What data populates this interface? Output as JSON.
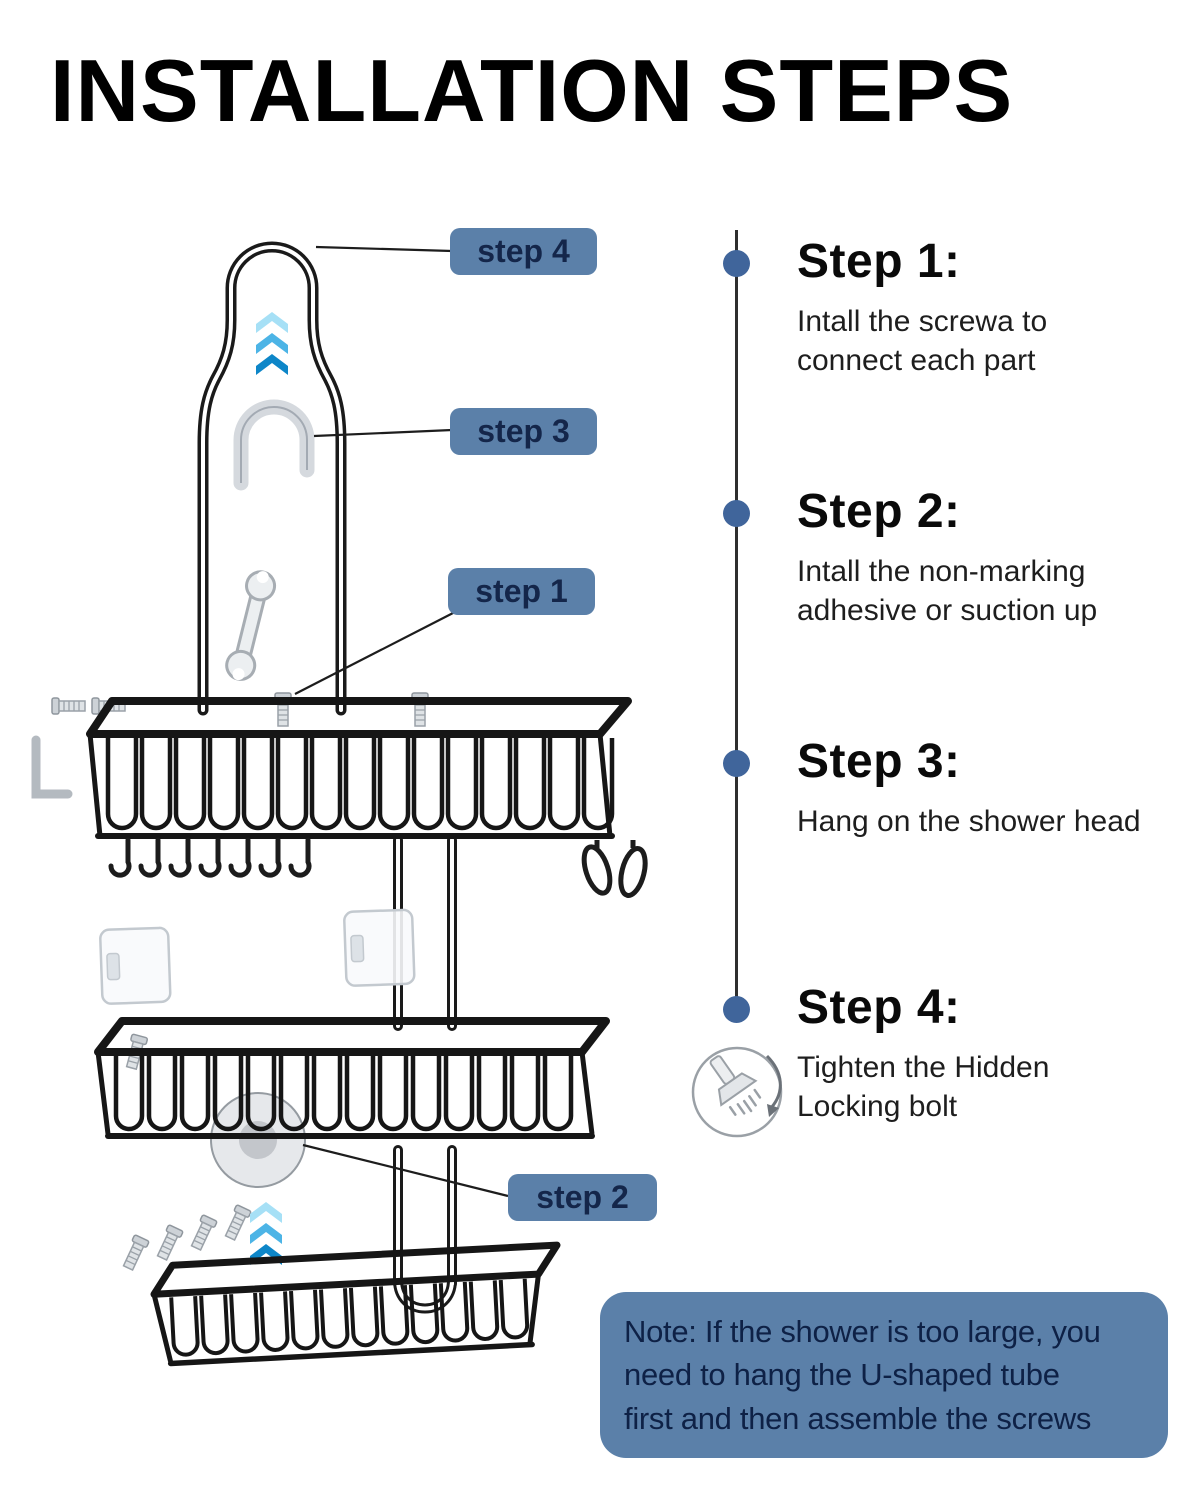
{
  "title": "INSTALLATION STEPS",
  "callouts": [
    {
      "label": "step 4"
    },
    {
      "label": "step 3"
    },
    {
      "label": "step 1"
    },
    {
      "label": "step 2"
    }
  ],
  "steps": [
    {
      "heading": "Step 1:",
      "body": "Intall the screwa to\nconnect each part"
    },
    {
      "heading": "Step 2:",
      "body": "Intall the non-marking\nadhesive or suction up"
    },
    {
      "heading": "Step 3:",
      "body": "Hang on the shower head"
    },
    {
      "heading": "Step 4:",
      "body": "Tighten the Hidden\nLocking bolt"
    }
  ],
  "note": "Note: If the shower is too large, you\nneed to hang the U-shaped tube\nfirst and then assemble the screws",
  "colors": {
    "accent_slate_blue": "#5b80a9",
    "timeline_dot_blue": "#40659b",
    "pill_text_navy": "#14264a",
    "note_text_navy": "#0e2146",
    "chevron_blue": "#2fa3dc",
    "drawing_black": "#1a1a1a"
  },
  "icons": {
    "step4_badge": "shower-head-icon",
    "diagram_motion": "chevron-up-icon"
  }
}
